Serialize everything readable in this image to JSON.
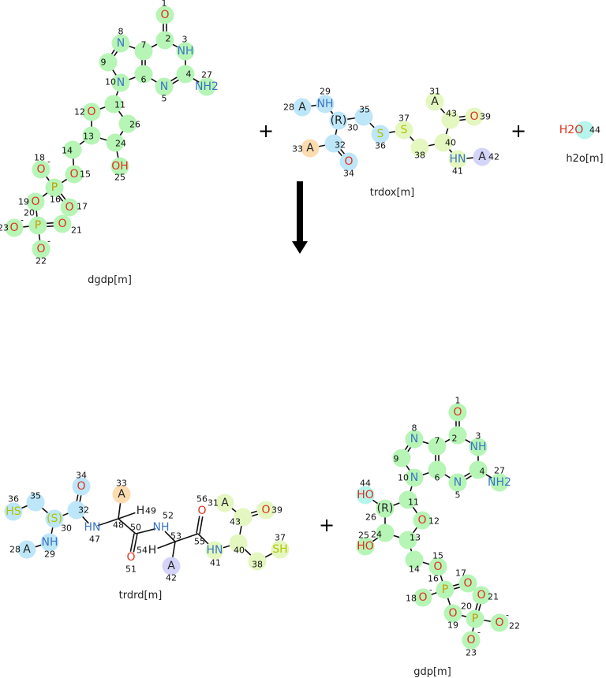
{
  "reaction": {
    "plus_sign": "+",
    "highlight_colors": {
      "green": "#b6f5b6",
      "blue": "#bde6f8",
      "orange": "#fbdcb0",
      "yellowgreen": "#e4f7c0",
      "purple": "#d4d4f8",
      "cyan": "#b6f5ec"
    },
    "element_colors": {
      "N": "#3a75c4",
      "O": "#e0301e",
      "P": "#c89b00",
      "S": "#b2c400",
      "default": "#222222"
    },
    "molecules": [
      {
        "name": "dgdp[m]",
        "role": "reactant",
        "atoms": [
          {
            "num": "1",
            "sym": "O",
            "hl": "green"
          },
          {
            "num": "2",
            "sym": "",
            "hl": "green"
          },
          {
            "num": "3",
            "sym": "NH",
            "hl": "green"
          },
          {
            "num": "4",
            "sym": "",
            "hl": "green"
          },
          {
            "num": "5",
            "sym": "N",
            "hl": "green"
          },
          {
            "num": "6",
            "sym": "",
            "hl": "green"
          },
          {
            "num": "7",
            "sym": "",
            "hl": "green"
          },
          {
            "num": "8",
            "sym": "N",
            "hl": "green"
          },
          {
            "num": "9",
            "sym": "",
            "hl": "green"
          },
          {
            "num": "10",
            "sym": "N",
            "hl": "green"
          },
          {
            "num": "11",
            "sym": "",
            "hl": "green"
          },
          {
            "num": "12",
            "sym": "O",
            "hl": "green"
          },
          {
            "num": "13",
            "sym": "",
            "hl": "green"
          },
          {
            "num": "14",
            "sym": "",
            "hl": "green"
          },
          {
            "num": "15",
            "sym": "O",
            "hl": "green"
          },
          {
            "num": "16",
            "sym": "P",
            "hl": "green"
          },
          {
            "num": "17",
            "sym": "O",
            "hl": "green"
          },
          {
            "num": "18",
            "sym": "O",
            "hl": "green",
            "charge": "-"
          },
          {
            "num": "19",
            "sym": "O",
            "hl": "green"
          },
          {
            "num": "20",
            "sym": "P",
            "hl": "green"
          },
          {
            "num": "21",
            "sym": "O",
            "hl": "green"
          },
          {
            "num": "22",
            "sym": "O",
            "hl": "green",
            "charge": "-"
          },
          {
            "num": "23",
            "sym": "O",
            "hl": "green",
            "charge": "-"
          },
          {
            "num": "24",
            "sym": "",
            "hl": "green"
          },
          {
            "num": "25",
            "sym": "OH",
            "hl": "green"
          },
          {
            "num": "26",
            "sym": "",
            "hl": "green"
          },
          {
            "num": "27",
            "sym": "NH2",
            "hl": "green"
          }
        ]
      },
      {
        "name": "trdox[m]",
        "role": "reactant",
        "atoms": [
          {
            "num": "28",
            "sym": "A",
            "hl": "blue"
          },
          {
            "num": "29",
            "sym": "NH",
            "hl": "blue"
          },
          {
            "num": "30",
            "sym": "(R)",
            "hl": "blue"
          },
          {
            "num": "32",
            "sym": "",
            "hl": "blue"
          },
          {
            "num": "33",
            "sym": "A",
            "hl": "orange"
          },
          {
            "num": "34",
            "sym": "O",
            "hl": "blue"
          },
          {
            "num": "35",
            "sym": "",
            "hl": "blue"
          },
          {
            "num": "36",
            "sym": "S",
            "hl": "blue"
          },
          {
            "num": "37",
            "sym": "S",
            "hl": "yellowgreen"
          },
          {
            "num": "38",
            "sym": "",
            "hl": "yellowgreen"
          },
          {
            "num": "40",
            "sym": "",
            "hl": "yellowgreen"
          },
          {
            "num": "41",
            "sym": "HN",
            "hl": "yellowgreen"
          },
          {
            "num": "42",
            "sym": "A",
            "hl": "purple"
          },
          {
            "num": "43",
            "sym": "",
            "hl": "yellowgreen"
          },
          {
            "num": "39",
            "sym": "O",
            "hl": "yellowgreen"
          },
          {
            "num": "31",
            "sym": "A",
            "hl": "yellowgreen"
          }
        ]
      },
      {
        "name": "h2o[m]",
        "role": "reactant",
        "atoms": [
          {
            "num": "44",
            "sym": "H2O",
            "hl": "cyan"
          }
        ]
      },
      {
        "name": "trdrd[m]",
        "role": "product",
        "atoms": [
          {
            "num": "36",
            "sym": "HS",
            "hl": "blue"
          },
          {
            "num": "35",
            "sym": "",
            "hl": "blue"
          },
          {
            "num": "30",
            "sym": "(S)",
            "hl": "blue"
          },
          {
            "num": "29",
            "sym": "NH",
            "hl": "blue"
          },
          {
            "num": "28",
            "sym": "A",
            "hl": "blue"
          },
          {
            "num": "32",
            "sym": "",
            "hl": "blue"
          },
          {
            "num": "34",
            "sym": "O",
            "hl": "blue"
          },
          {
            "num": "47",
            "sym": "HN",
            "hl": ""
          },
          {
            "num": "48",
            "sym": "",
            "hl": ""
          },
          {
            "num": "33",
            "sym": "A",
            "hl": "orange"
          },
          {
            "num": "49",
            "sym": "H",
            "hl": ""
          },
          {
            "num": "50",
            "sym": "",
            "hl": ""
          },
          {
            "num": "51",
            "sym": "O",
            "hl": ""
          },
          {
            "num": "52",
            "sym": "NH",
            "hl": ""
          },
          {
            "num": "53",
            "sym": "",
            "hl": ""
          },
          {
            "num": "54",
            "sym": "H",
            "hl": ""
          },
          {
            "num": "42",
            "sym": "A",
            "hl": "purple"
          },
          {
            "num": "55",
            "sym": "",
            "hl": ""
          },
          {
            "num": "56",
            "sym": "O",
            "hl": ""
          },
          {
            "num": "41",
            "sym": "HN",
            "hl": "yellowgreen"
          },
          {
            "num": "40",
            "sym": "",
            "hl": "yellowgreen"
          },
          {
            "num": "43",
            "sym": "",
            "hl": "yellowgreen"
          },
          {
            "num": "31",
            "sym": "A",
            "hl": "yellowgreen"
          },
          {
            "num": "39",
            "sym": "O",
            "hl": "yellowgreen"
          },
          {
            "num": "38",
            "sym": "",
            "hl": "yellowgreen"
          },
          {
            "num": "37",
            "sym": "SH",
            "hl": "yellowgreen"
          }
        ]
      },
      {
        "name": "gdp[m]",
        "role": "product",
        "atoms": [
          {
            "num": "1",
            "sym": "O",
            "hl": "green"
          },
          {
            "num": "2",
            "sym": "",
            "hl": "green"
          },
          {
            "num": "3",
            "sym": "NH",
            "hl": "green"
          },
          {
            "num": "4",
            "sym": "",
            "hl": "green"
          },
          {
            "num": "5",
            "sym": "N",
            "hl": "green"
          },
          {
            "num": "6",
            "sym": "",
            "hl": "green"
          },
          {
            "num": "7",
            "sym": "",
            "hl": "green"
          },
          {
            "num": "8",
            "sym": "N",
            "hl": "green"
          },
          {
            "num": "9",
            "sym": "",
            "hl": "green"
          },
          {
            "num": "10",
            "sym": "N",
            "hl": "green"
          },
          {
            "num": "11",
            "sym": "",
            "hl": "green"
          },
          {
            "num": "12",
            "sym": "O",
            "hl": "green"
          },
          {
            "num": "13",
            "sym": "",
            "hl": "green"
          },
          {
            "num": "14",
            "sym": "",
            "hl": "green"
          },
          {
            "num": "15",
            "sym": "O",
            "hl": "green"
          },
          {
            "num": "16",
            "sym": "P",
            "hl": "green"
          },
          {
            "num": "17",
            "sym": "O",
            "hl": "green"
          },
          {
            "num": "21",
            "sym": "O",
            "hl": "green"
          },
          {
            "num": "18",
            "sym": "O",
            "hl": "green",
            "charge": "-"
          },
          {
            "num": "19",
            "sym": "O",
            "hl": "green"
          },
          {
            "num": "20",
            "sym": "P",
            "hl": "green"
          },
          {
            "num": "22",
            "sym": "O",
            "hl": "green",
            "charge": "-"
          },
          {
            "num": "23",
            "sym": "O",
            "hl": "green",
            "charge": "-"
          },
          {
            "num": "24",
            "sym": "",
            "hl": "green"
          },
          {
            "num": "25",
            "sym": "HO",
            "hl": "green"
          },
          {
            "num": "26",
            "sym": "(R)",
            "hl": "green"
          },
          {
            "num": "44",
            "sym": "HO",
            "hl": "cyan"
          },
          {
            "num": "27",
            "sym": "NH2",
            "hl": "green"
          }
        ]
      }
    ]
  }
}
